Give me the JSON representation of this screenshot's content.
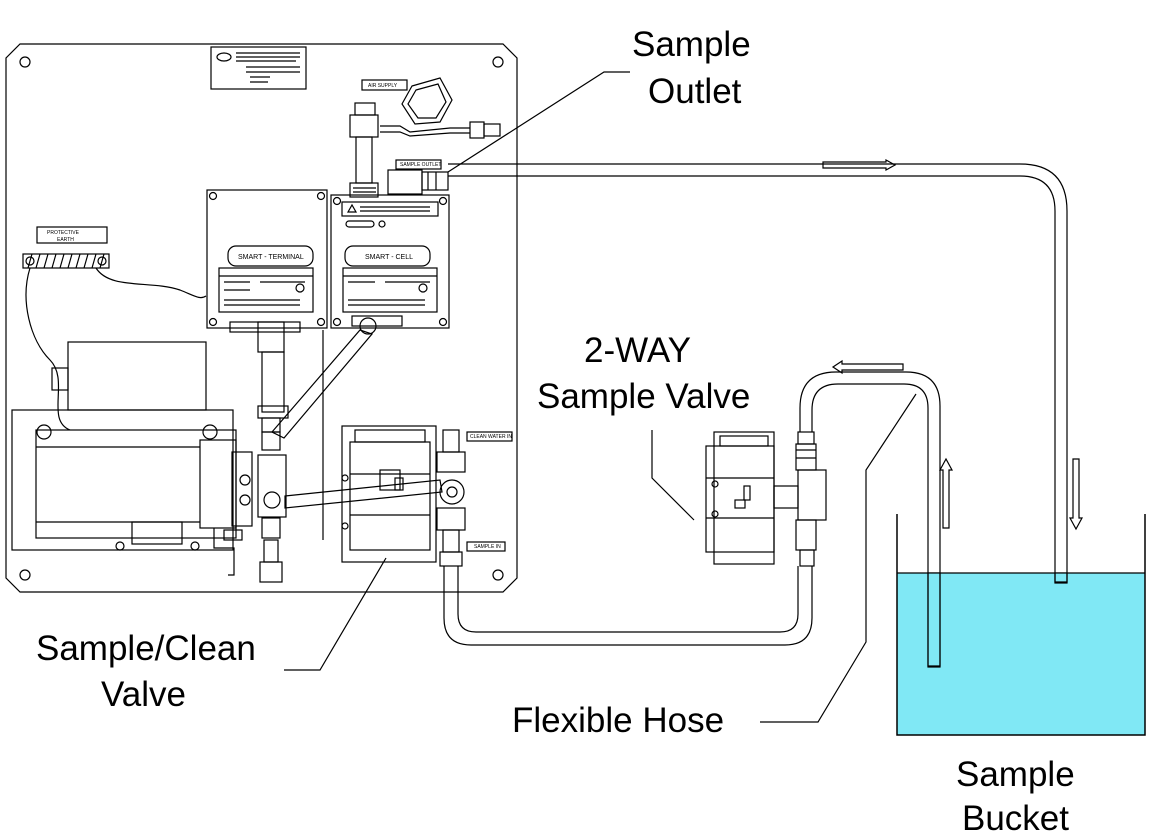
{
  "colors": {
    "line": "#000000",
    "water": "#80e8f5",
    "background": "#ffffff"
  },
  "callouts": {
    "sample_outlet": [
      "Sample",
      "Outlet"
    ],
    "two_way_valve": [
      "2-WAY",
      "Sample Valve"
    ],
    "sample_clean_valve": [
      "Sample/Clean",
      "Valve"
    ],
    "flexible_hose": "Flexible Hose",
    "sample_bucket": [
      "Sample",
      "Bucket"
    ]
  },
  "panel_labels": {
    "protective_earth": [
      "PROTECTIVE",
      "EARTH"
    ],
    "smart_terminal": "SMART - TERMINAL",
    "smart_cell": "SMART - CELL",
    "air_supply": "AIR SUPPLY",
    "sample_outlet_tag": "SAMPLE OUTLET",
    "clean_water_in": "CLEAN WATER IN",
    "sample_in": "SAMPLE IN"
  }
}
